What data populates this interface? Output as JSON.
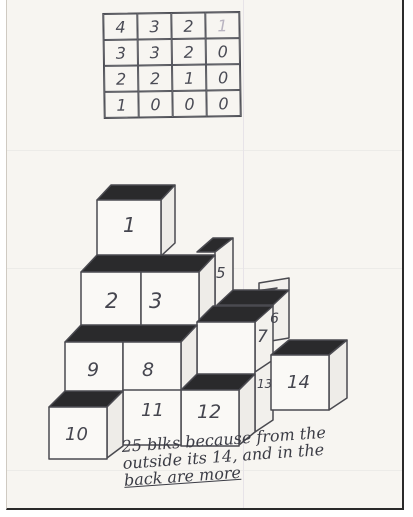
{
  "grid": {
    "rows": [
      [
        "4",
        "3",
        "2",
        "1"
      ],
      [
        "3",
        "3",
        "2",
        "0"
      ],
      [
        "2",
        "2",
        "1",
        "0"
      ],
      [
        "1",
        "0",
        "0",
        "0"
      ]
    ]
  },
  "block_labels": {
    "b1": "1",
    "b2": "2",
    "b3": "3",
    "b5": "5",
    "b6": "6",
    "b7": "7",
    "b8": "8",
    "b9": "9",
    "b10": "10",
    "b11": "11",
    "b12": "12",
    "b13": "13",
    "b14": "14"
  },
  "note": {
    "line1": "25 blks because from the",
    "line2": "outside its 14, and in the",
    "line3": "back are more"
  },
  "colors": {
    "paper": "#f7f5f1",
    "ink": "#45464f",
    "block_top": "#2a2a2c"
  }
}
